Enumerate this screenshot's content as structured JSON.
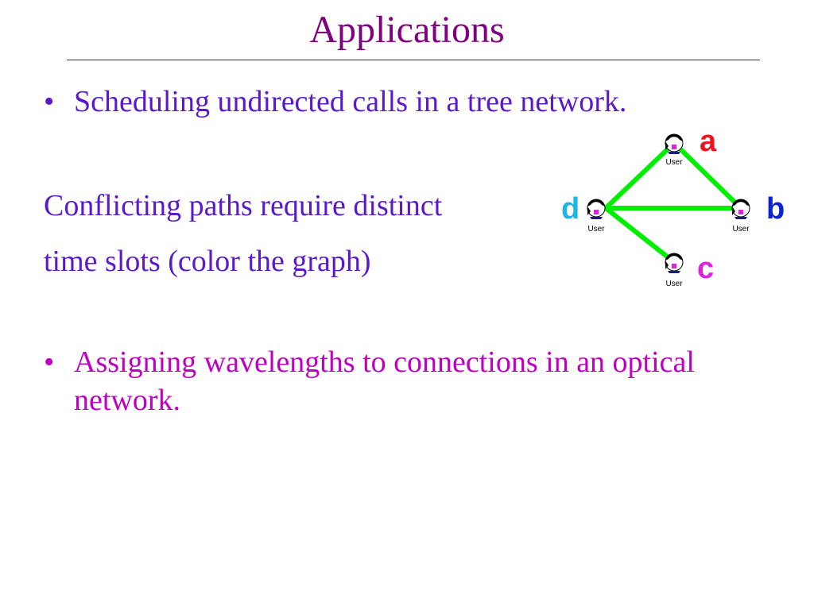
{
  "slide": {
    "title": "Applications",
    "bullets": [
      {
        "marker": "•",
        "text": "Scheduling undirected calls in a tree network."
      },
      {
        "marker": "•",
        "text": "Assigning wavelengths to connections in an optical network."
      }
    ],
    "body_lines": [
      "Conflicting paths require distinct",
      "time slots (color the graph)"
    ]
  },
  "graph": {
    "node_caption": "User",
    "nodes": [
      {
        "id": "a",
        "label": "a",
        "color": "#e8141e"
      },
      {
        "id": "b",
        "label": "b",
        "color": "#0a23d6"
      },
      {
        "id": "c",
        "label": "c",
        "color": "#e022e0"
      },
      {
        "id": "d",
        "label": "d",
        "color": "#1eb4e6"
      }
    ],
    "edges": [
      [
        "a",
        "b"
      ],
      [
        "a",
        "d"
      ],
      [
        "d",
        "b"
      ],
      [
        "d",
        "c"
      ]
    ],
    "edge_color": "#00ee00",
    "user_icon": "user-head-icon"
  },
  "colors": {
    "title": "#800080",
    "bullet_1": "#5a1acb",
    "bullet_2": "#c000c0",
    "body": "#5a1acb"
  }
}
